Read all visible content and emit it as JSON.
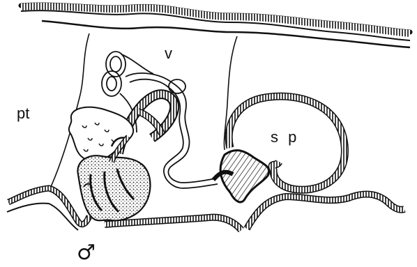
{
  "labels": {
    "v": "v",
    "pt": "pt",
    "sp": "s p",
    "male": "♂"
  },
  "colors": {
    "ink": "#111111",
    "paper": "#ffffff"
  }
}
